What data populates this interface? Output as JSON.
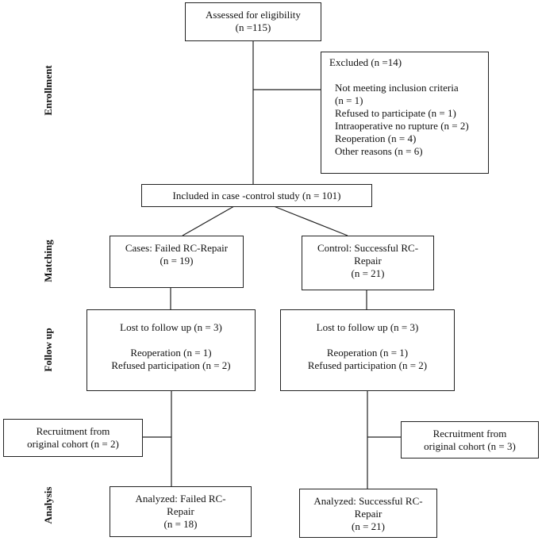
{
  "phases": {
    "enrollment": "Enrollment",
    "matching": "Matching",
    "follow_up": "Follow up",
    "analysis": "Analysis"
  },
  "assessed": {
    "lines": [
      "Assessed for eligibility",
      "(n =115)"
    ]
  },
  "excluded": {
    "title": "Excluded (n =14)",
    "reasons": [
      "Not meeting inclusion criteria",
      "(n = 1)",
      "Refused to participate (n = 1)",
      "Intraoperative no rupture (n = 2)",
      "Reoperation (n = 4)",
      "Other reasons (n = 6)"
    ]
  },
  "included": {
    "text": "Included in case -control study (n = 101)"
  },
  "cases": {
    "lines": [
      "Cases: Failed RC-Repair",
      "(n = 19)"
    ]
  },
  "control": {
    "lines": [
      "Control: Successful RC-",
      "Repair",
      "(n = 21)"
    ]
  },
  "followup_cases": {
    "lost": "Lost to follow up (n = 3)",
    "reoperation": "Reoperation (n = 1)",
    "refused": "Refused participation (n = 2)"
  },
  "followup_control": {
    "lost": "Lost to follow up (n = 3)",
    "reoperation": "Reoperation (n = 1)",
    "refused": "Refused participation (n = 2)"
  },
  "recruit_cases": {
    "lines": [
      "Recruitment from",
      "original cohort (n = 2)"
    ]
  },
  "recruit_control": {
    "lines": [
      "Recruitment from",
      "original cohort (n = 3)"
    ]
  },
  "analyzed_cases": {
    "lines": [
      "Analyzed: Failed RC-",
      "Repair",
      "(n = 18)"
    ]
  },
  "analyzed_control": {
    "lines": [
      "Analyzed: Successful RC-",
      "Repair",
      "(n = 21)"
    ]
  }
}
